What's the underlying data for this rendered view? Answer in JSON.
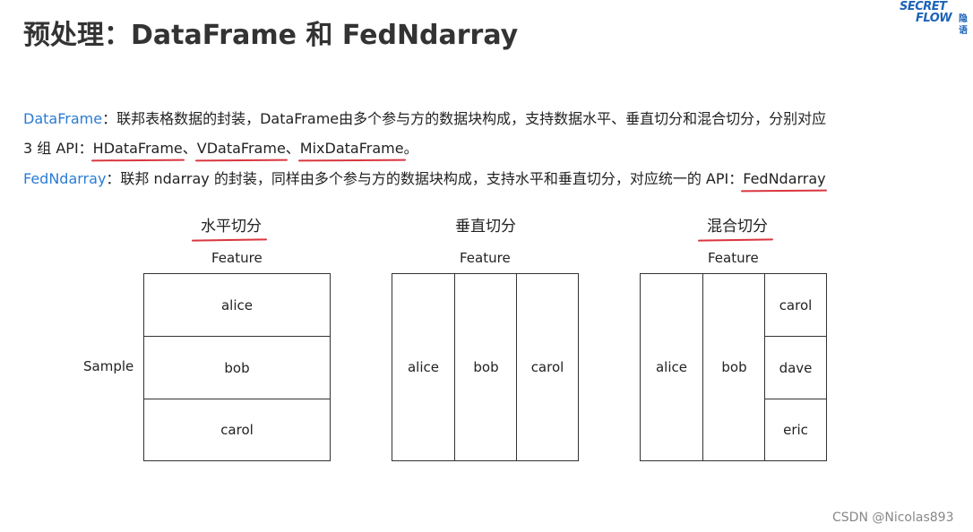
{
  "title": "预处理：DataFrame 和 FedNdarray",
  "logo": {
    "line1": "SECRET",
    "line2": "FLOW",
    "line3": "隐语"
  },
  "para1": {
    "term": "DataFrame",
    "text_a": "：联邦表格数据的封装，DataFrame由多个参与方的数据块构成，支持数据水平、垂直切分和混合切分，分别对应",
    "text_b": "3 组 API：",
    "api1": "HDataFrame",
    "sep1": "、",
    "api2": "VDataFrame",
    "sep2": "、",
    "api3": "MixDataFrame",
    "end": "。"
  },
  "para2": {
    "term": "FedNdarray",
    "text": "：联邦 ndarray 的封装，同样由多个参与方的数据块构成，支持水平和垂直切分，对应统一的 API：",
    "api": "FedNdarray"
  },
  "diagrams": {
    "horizontal": {
      "label": "水平切分",
      "feature_label": "Feature",
      "sample_label": "Sample",
      "rows": [
        "alice",
        "bob",
        "carol"
      ]
    },
    "vertical": {
      "label": "垂直切分",
      "feature_label": "Feature",
      "columns": [
        "alice",
        "bob",
        "carol"
      ]
    },
    "mixed": {
      "label": "混合切分",
      "feature_label": "Feature",
      "columns": [
        "alice",
        "bob"
      ],
      "stacked": [
        "carol",
        "dave",
        "eric"
      ]
    }
  },
  "watermark": "CSDN @Nicolas893"
}
